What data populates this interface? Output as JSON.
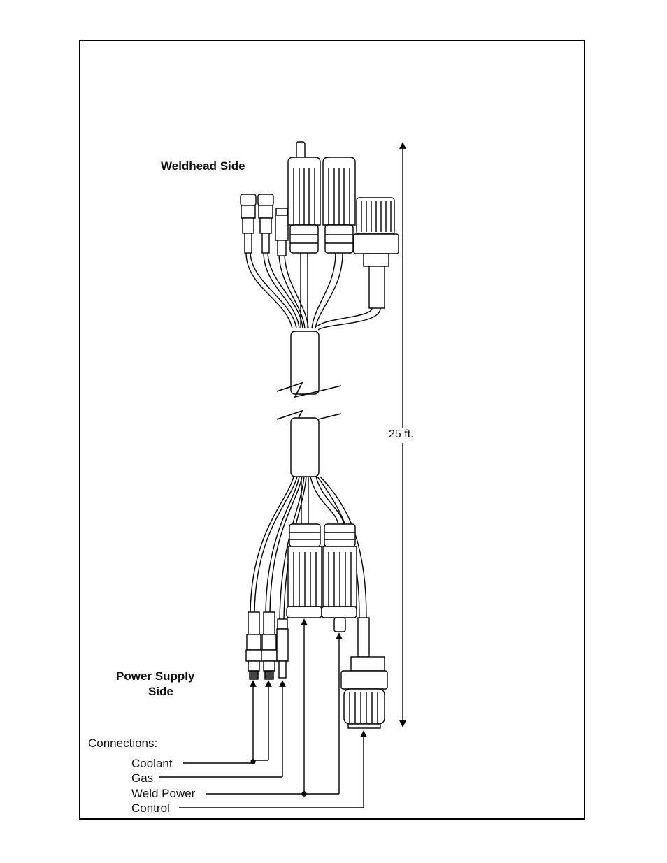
{
  "labels": {
    "weldhead_side": "Weldhead Side",
    "power_supply_side_line1": "Power Supply",
    "power_supply_side_line2": "Side",
    "length": "25 ft.",
    "connections_heading": "Connections:"
  },
  "connections": [
    {
      "id": "coolant",
      "label": "Coolant"
    },
    {
      "id": "gas",
      "label": "Gas"
    },
    {
      "id": "weld_power",
      "label": "Weld Power"
    },
    {
      "id": "control",
      "label": "Control"
    }
  ]
}
